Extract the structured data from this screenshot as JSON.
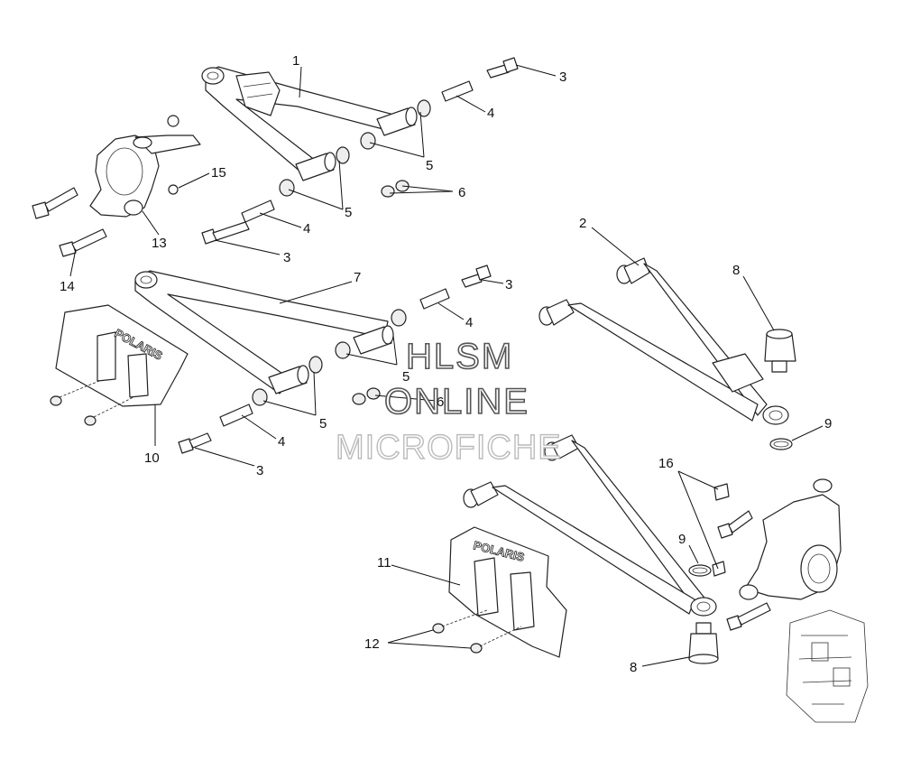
{
  "callouts": {
    "c1": "1",
    "c2": "2",
    "c3a": "3",
    "c3b": "3",
    "c3c": "3",
    "c3d": "3",
    "c4a": "4",
    "c4b": "4",
    "c4c": "4",
    "c4d": "4",
    "c5a": "5",
    "c5b": "5",
    "c5c": "5",
    "c5d": "5",
    "c6a": "6",
    "c6b": "6",
    "c7": "7",
    "c8a": "8",
    "c8b": "8",
    "c9a": "9",
    "c9b": "9",
    "c10": "10",
    "c11": "11",
    "c12": "12",
    "c13": "13",
    "c14": "14",
    "c15": "15",
    "c16": "16"
  },
  "watermark": {
    "line1": "HLSM",
    "line2": "ONLINE",
    "line3": "MICROFICHE"
  },
  "brand": {
    "skid_plate_left": "POLARIS",
    "skid_plate_right": "POLARIS"
  }
}
